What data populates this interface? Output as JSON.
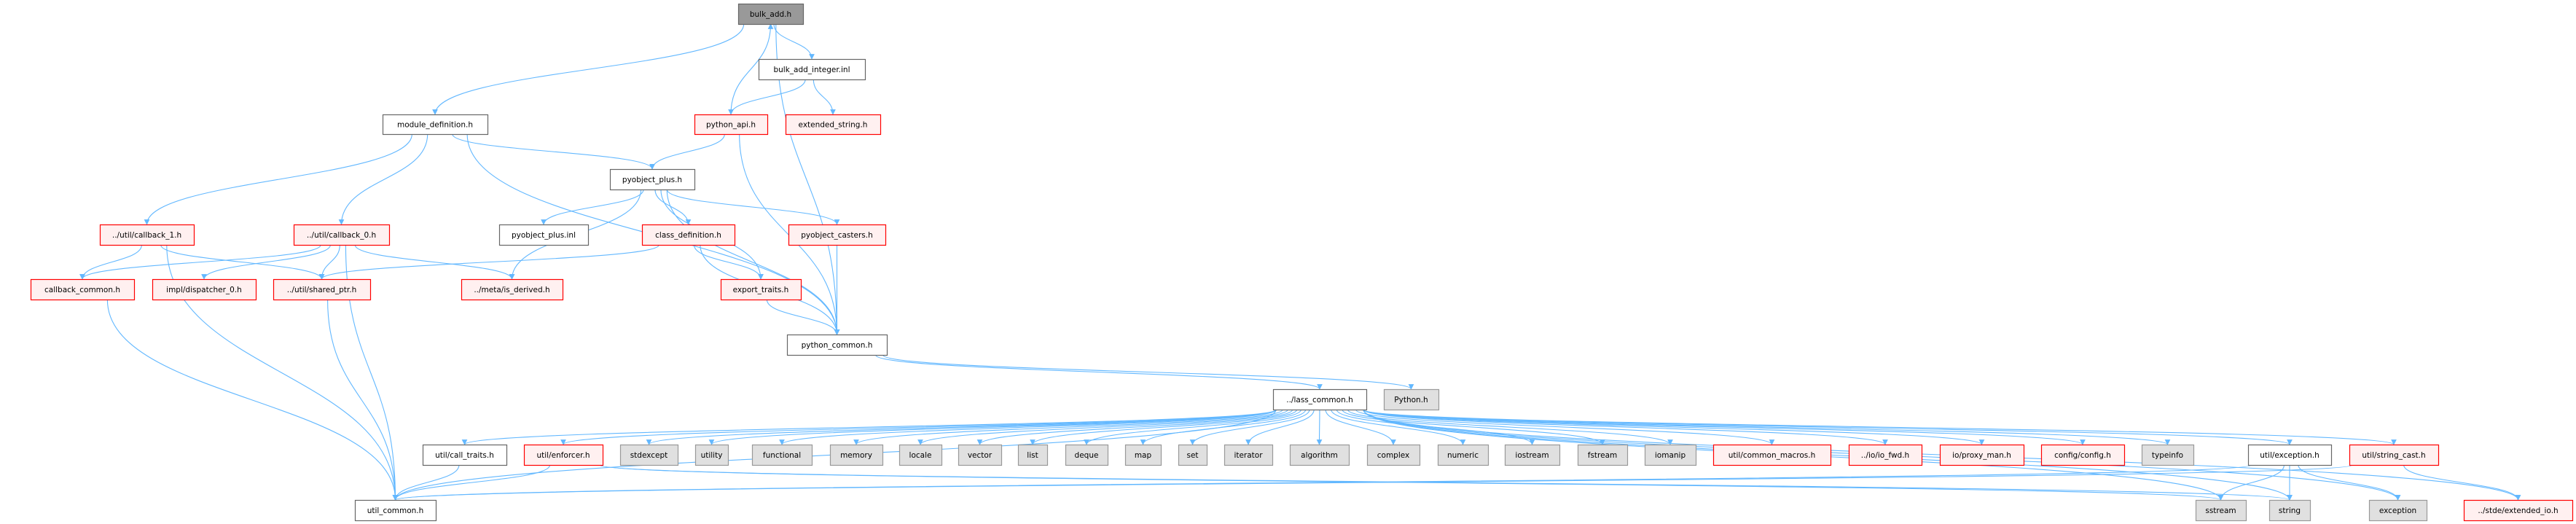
{
  "title": "bulk_add.h",
  "colors": {
    "edge": "#63b8ff",
    "current_fill": "#999999",
    "current_border": "#666666",
    "normal_fill": "#ffffff",
    "normal_border": "#666666",
    "incomplete_fill": "#fff0f0",
    "incomplete_border": "#ff0000",
    "system_fill": "#e0e0e0",
    "system_border": "#999999"
  },
  "nodes": [
    {
      "id": "bulk_add",
      "label": "bulk_add.h",
      "kind": "current"
    },
    {
      "id": "bulk_add_integer",
      "label": "bulk_add_integer.inl",
      "kind": "normal"
    },
    {
      "id": "python_api",
      "label": "python_api.h",
      "kind": "incomplete"
    },
    {
      "id": "extended_string",
      "label": "extended_string.h",
      "kind": "incomplete"
    },
    {
      "id": "module_definition",
      "label": "module_definition.h",
      "kind": "normal"
    },
    {
      "id": "pyobject_plus",
      "label": "pyobject_plus.h",
      "kind": "normal"
    },
    {
      "id": "callback_1",
      "label": "../util/callback_1.h",
      "kind": "incomplete"
    },
    {
      "id": "callback_0",
      "label": "../util/callback_0.h",
      "kind": "incomplete"
    },
    {
      "id": "pyobject_plus_inl",
      "label": "pyobject_plus.inl",
      "kind": "normal"
    },
    {
      "id": "class_definition",
      "label": "class_definition.h",
      "kind": "incomplete"
    },
    {
      "id": "pyobject_casters",
      "label": "pyobject_casters.h",
      "kind": "incomplete"
    },
    {
      "id": "callback_common",
      "label": "callback_common.h",
      "kind": "incomplete"
    },
    {
      "id": "dispatcher_0",
      "label": "impl/dispatcher_0.h",
      "kind": "incomplete"
    },
    {
      "id": "shared_ptr",
      "label": "../util/shared_ptr.h",
      "kind": "incomplete"
    },
    {
      "id": "is_derived",
      "label": "../meta/is_derived.h",
      "kind": "incomplete"
    },
    {
      "id": "export_traits",
      "label": "export_traits.h",
      "kind": "incomplete"
    },
    {
      "id": "python_common",
      "label": "python_common.h",
      "kind": "normal"
    },
    {
      "id": "lass_common",
      "label": "../lass_common.h",
      "kind": "normal"
    },
    {
      "id": "python_h",
      "label": "Python.h",
      "kind": "system"
    },
    {
      "id": "call_traits",
      "label": "util/call_traits.h",
      "kind": "normal"
    },
    {
      "id": "enforcer",
      "label": "util/enforcer.h",
      "kind": "incomplete"
    },
    {
      "id": "stdexcept",
      "label": "stdexcept",
      "kind": "system"
    },
    {
      "id": "utility",
      "label": "utility",
      "kind": "system"
    },
    {
      "id": "functional",
      "label": "functional",
      "kind": "system"
    },
    {
      "id": "memory",
      "label": "memory",
      "kind": "system"
    },
    {
      "id": "locale",
      "label": "locale",
      "kind": "system"
    },
    {
      "id": "vector",
      "label": "vector",
      "kind": "system"
    },
    {
      "id": "list",
      "label": "list",
      "kind": "system"
    },
    {
      "id": "deque",
      "label": "deque",
      "kind": "system"
    },
    {
      "id": "map",
      "label": "map",
      "kind": "system"
    },
    {
      "id": "set",
      "label": "set",
      "kind": "system"
    },
    {
      "id": "iterator",
      "label": "iterator",
      "kind": "system"
    },
    {
      "id": "algorithm",
      "label": "algorithm",
      "kind": "system"
    },
    {
      "id": "complex",
      "label": "complex",
      "kind": "system"
    },
    {
      "id": "numeric",
      "label": "numeric",
      "kind": "system"
    },
    {
      "id": "iostream",
      "label": "iostream",
      "kind": "system"
    },
    {
      "id": "fstream",
      "label": "fstream",
      "kind": "system"
    },
    {
      "id": "iomanip",
      "label": "iomanip",
      "kind": "system"
    },
    {
      "id": "common_macros",
      "label": "util/common_macros.h",
      "kind": "incomplete"
    },
    {
      "id": "io_fwd",
      "label": "../io/io_fwd.h",
      "kind": "incomplete"
    },
    {
      "id": "proxy_man",
      "label": "io/proxy_man.h",
      "kind": "incomplete"
    },
    {
      "id": "config",
      "label": "config/config.h",
      "kind": "incomplete"
    },
    {
      "id": "typeinfo",
      "label": "typeinfo",
      "kind": "system"
    },
    {
      "id": "exception_h",
      "label": "util/exception.h",
      "kind": "normal"
    },
    {
      "id": "string_cast",
      "label": "util/string_cast.h",
      "kind": "incomplete"
    },
    {
      "id": "util_common",
      "label": "util_common.h",
      "kind": "normal"
    },
    {
      "id": "sstream",
      "label": "sstream",
      "kind": "system"
    },
    {
      "id": "string",
      "label": "string",
      "kind": "system"
    },
    {
      "id": "exception",
      "label": "exception",
      "kind": "system"
    },
    {
      "id": "extended_io",
      "label": "../stde/extended_io.h",
      "kind": "incomplete"
    }
  ],
  "edges": [
    [
      "bulk_add",
      "module_definition"
    ],
    [
      "bulk_add",
      "bulk_add_integer"
    ],
    [
      "bulk_add",
      "python_common"
    ],
    [
      "bulk_add_integer",
      "python_api"
    ],
    [
      "bulk_add_integer",
      "extended_string"
    ],
    [
      "python_api",
      "bulk_add"
    ],
    [
      "python_api",
      "pyobject_plus"
    ],
    [
      "python_api",
      "python_common"
    ],
    [
      "module_definition",
      "callback_1"
    ],
    [
      "module_definition",
      "callback_0"
    ],
    [
      "module_definition",
      "pyobject_plus"
    ],
    [
      "module_definition",
      "python_common"
    ],
    [
      "pyobject_plus",
      "pyobject_plus_inl"
    ],
    [
      "pyobject_plus",
      "class_definition"
    ],
    [
      "pyobject_plus",
      "pyobject_casters"
    ],
    [
      "pyobject_plus",
      "export_traits"
    ],
    [
      "pyobject_plus",
      "python_common"
    ],
    [
      "pyobject_plus",
      "is_derived"
    ],
    [
      "callback_1",
      "callback_common"
    ],
    [
      "callback_1",
      "shared_ptr"
    ],
    [
      "callback_1",
      "util_common"
    ],
    [
      "callback_0",
      "callback_common"
    ],
    [
      "callback_0",
      "dispatcher_0"
    ],
    [
      "callback_0",
      "shared_ptr"
    ],
    [
      "callback_0",
      "is_derived"
    ],
    [
      "callback_0",
      "util_common"
    ],
    [
      "class_definition",
      "shared_ptr"
    ],
    [
      "class_definition",
      "export_traits"
    ],
    [
      "class_definition",
      "python_common"
    ],
    [
      "pyobject_casters",
      "python_common"
    ],
    [
      "export_traits",
      "python_common"
    ],
    [
      "callback_common",
      "util_common"
    ],
    [
      "shared_ptr",
      "util_common"
    ],
    [
      "python_common",
      "lass_common"
    ],
    [
      "python_common",
      "python_h"
    ],
    [
      "lass_common",
      "call_traits"
    ],
    [
      "lass_common",
      "enforcer"
    ],
    [
      "lass_common",
      "stdexcept"
    ],
    [
      "lass_common",
      "utility"
    ],
    [
      "lass_common",
      "functional"
    ],
    [
      "lass_common",
      "memory"
    ],
    [
      "lass_common",
      "locale"
    ],
    [
      "lass_common",
      "vector"
    ],
    [
      "lass_common",
      "list"
    ],
    [
      "lass_common",
      "deque"
    ],
    [
      "lass_common",
      "map"
    ],
    [
      "lass_common",
      "set"
    ],
    [
      "lass_common",
      "iterator"
    ],
    [
      "lass_common",
      "algorithm"
    ],
    [
      "lass_common",
      "complex"
    ],
    [
      "lass_common",
      "numeric"
    ],
    [
      "lass_common",
      "iostream"
    ],
    [
      "lass_common",
      "fstream"
    ],
    [
      "lass_common",
      "iomanip"
    ],
    [
      "lass_common",
      "common_macros"
    ],
    [
      "lass_common",
      "io_fwd"
    ],
    [
      "lass_common",
      "proxy_man"
    ],
    [
      "lass_common",
      "config"
    ],
    [
      "lass_common",
      "typeinfo"
    ],
    [
      "lass_common",
      "exception_h"
    ],
    [
      "lass_common",
      "string_cast"
    ],
    [
      "lass_common",
      "util_common"
    ],
    [
      "lass_common",
      "sstream"
    ],
    [
      "lass_common",
      "string"
    ],
    [
      "lass_common",
      "exception"
    ],
    [
      "lass_common",
      "extended_io"
    ],
    [
      "call_traits",
      "util_common"
    ],
    [
      "enforcer",
      "util_common"
    ],
    [
      "enforcer",
      "string"
    ],
    [
      "enforcer",
      "sstream"
    ],
    [
      "exception_h",
      "util_common"
    ],
    [
      "exception_h",
      "sstream"
    ],
    [
      "exception_h",
      "string"
    ],
    [
      "exception_h",
      "exception"
    ],
    [
      "string_cast",
      "util_common"
    ],
    [
      "string_cast",
      "extended_io"
    ]
  ]
}
